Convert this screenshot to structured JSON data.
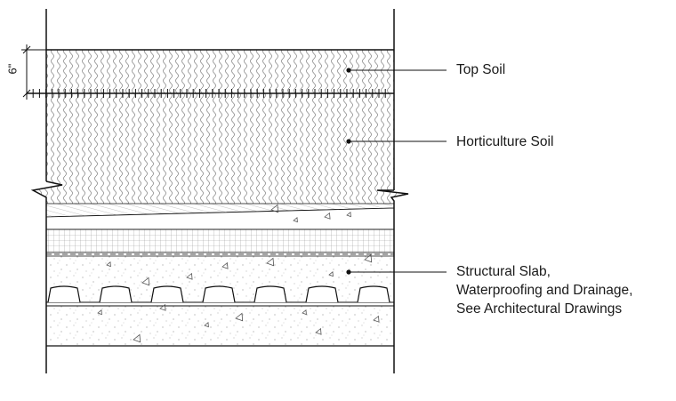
{
  "dimension": {
    "text": "6\""
  },
  "callouts": {
    "top_soil": "Top Soil",
    "horticulture_soil": "Horticulture Soil",
    "structural_slab": [
      "Structural Slab,",
      "Waterproofing and Drainage,",
      "See Architectural Drawings"
    ]
  },
  "colors": {
    "line": "#111111",
    "hatch": "#8a8a8a",
    "paper": "#ffffff"
  }
}
